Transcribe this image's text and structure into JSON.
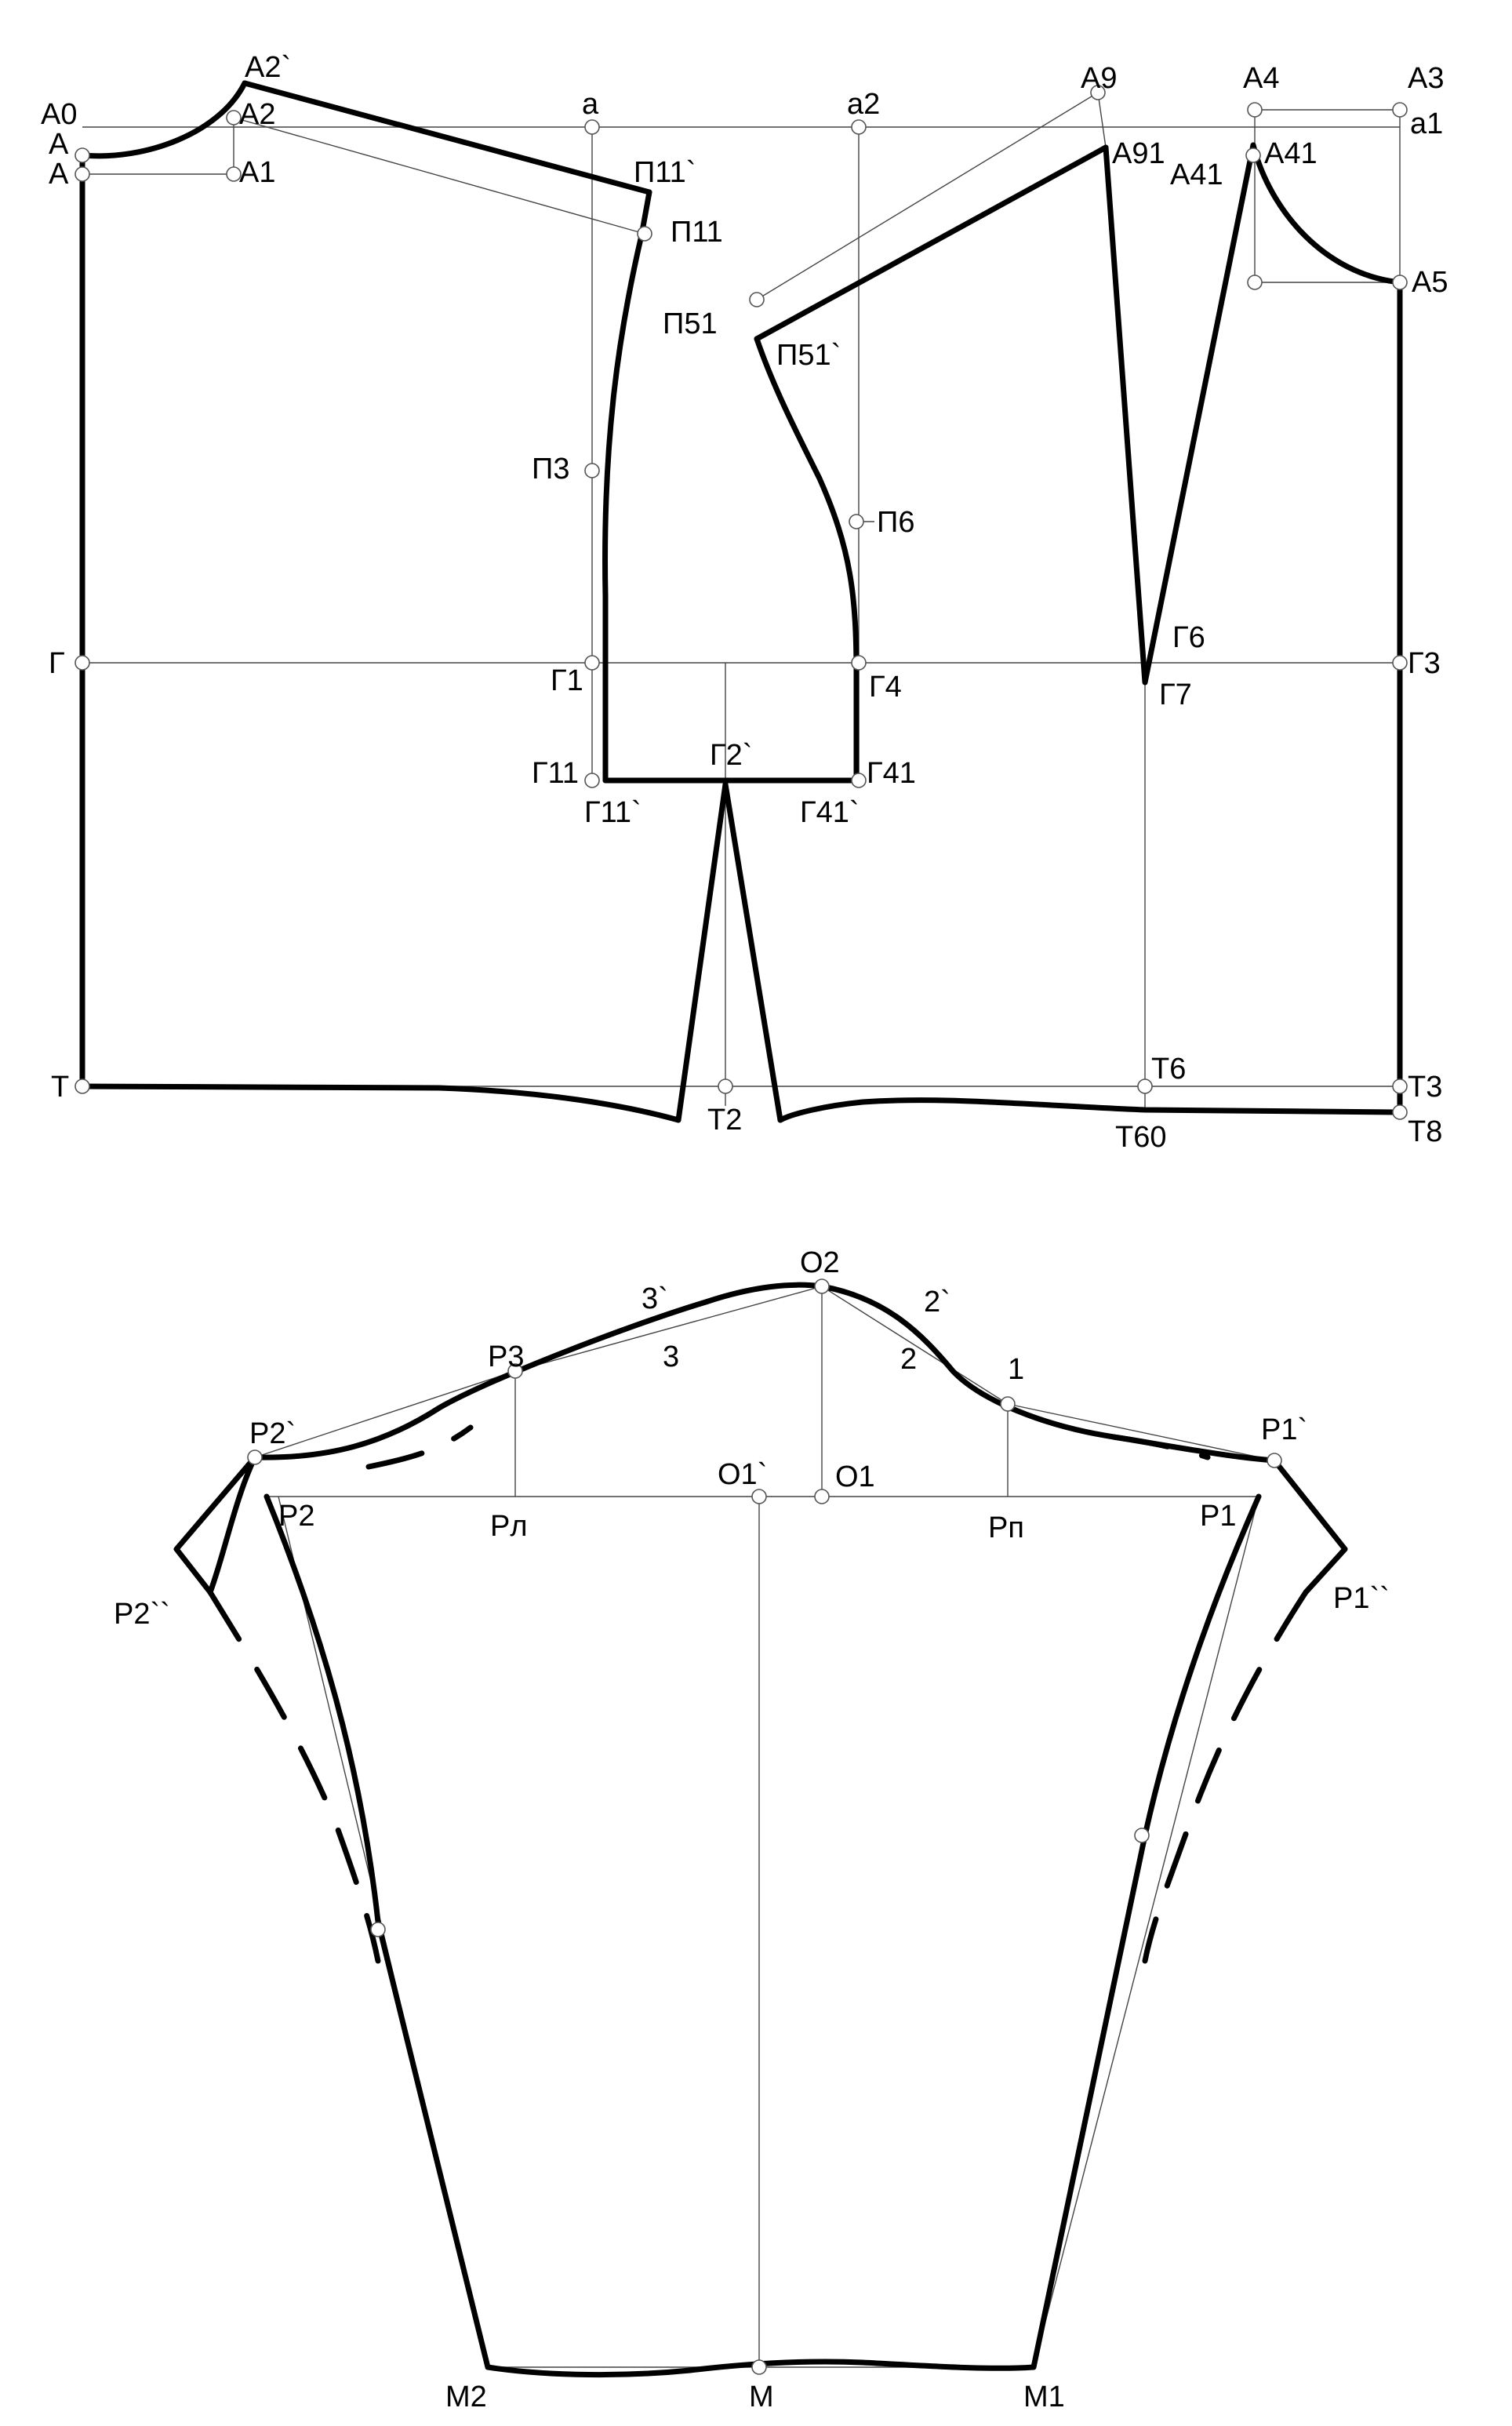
{
  "bodice": {
    "labels": {
      "A0": "A0",
      "A_upper": "A",
      "A_lower": "A",
      "A1": "A1",
      "A2": "A2",
      "A2p": "A2`",
      "a": "a",
      "a2": "a2",
      "P11p": "П11`",
      "P11": "П11",
      "P3": "П3",
      "P51": "П51",
      "P51p": "П51`",
      "P6": "П6",
      "A9": "A9",
      "A91": "A91",
      "A4": "A4",
      "A41": "A41",
      "A41b": "A41",
      "A3": "A3",
      "a1": "a1",
      "A5": "A5",
      "G": "Г",
      "G1": "Г1",
      "G4": "Г4",
      "G6": "Г6",
      "G7": "Г7",
      "G3": "Г3",
      "G11": "Г11",
      "G11p": "Г11`",
      "G2p": "Г2`",
      "G41": "Г41",
      "G41p": "Г41`",
      "T": "Т",
      "T2": "Т2",
      "T6": "Т6",
      "T3": "Т3",
      "T60": "Т60",
      "T8": "Т8"
    }
  },
  "sleeve": {
    "labels": {
      "O2": "О2",
      "s3p": "3`",
      "s3": "3",
      "s2p": "2`",
      "s2": "2",
      "s1": "1",
      "R3": "Р3",
      "P2p": "Р2`",
      "P2": "Р2",
      "P2pp": "Р2``",
      "O1p": "О1`",
      "O1": "О1",
      "Rl": "Рл",
      "Rp": "Рп",
      "P1p": "Р1`",
      "P1": "Р1",
      "P1pp": "Р1``",
      "M2": "М2",
      "M": "М",
      "M1": "М1"
    }
  }
}
